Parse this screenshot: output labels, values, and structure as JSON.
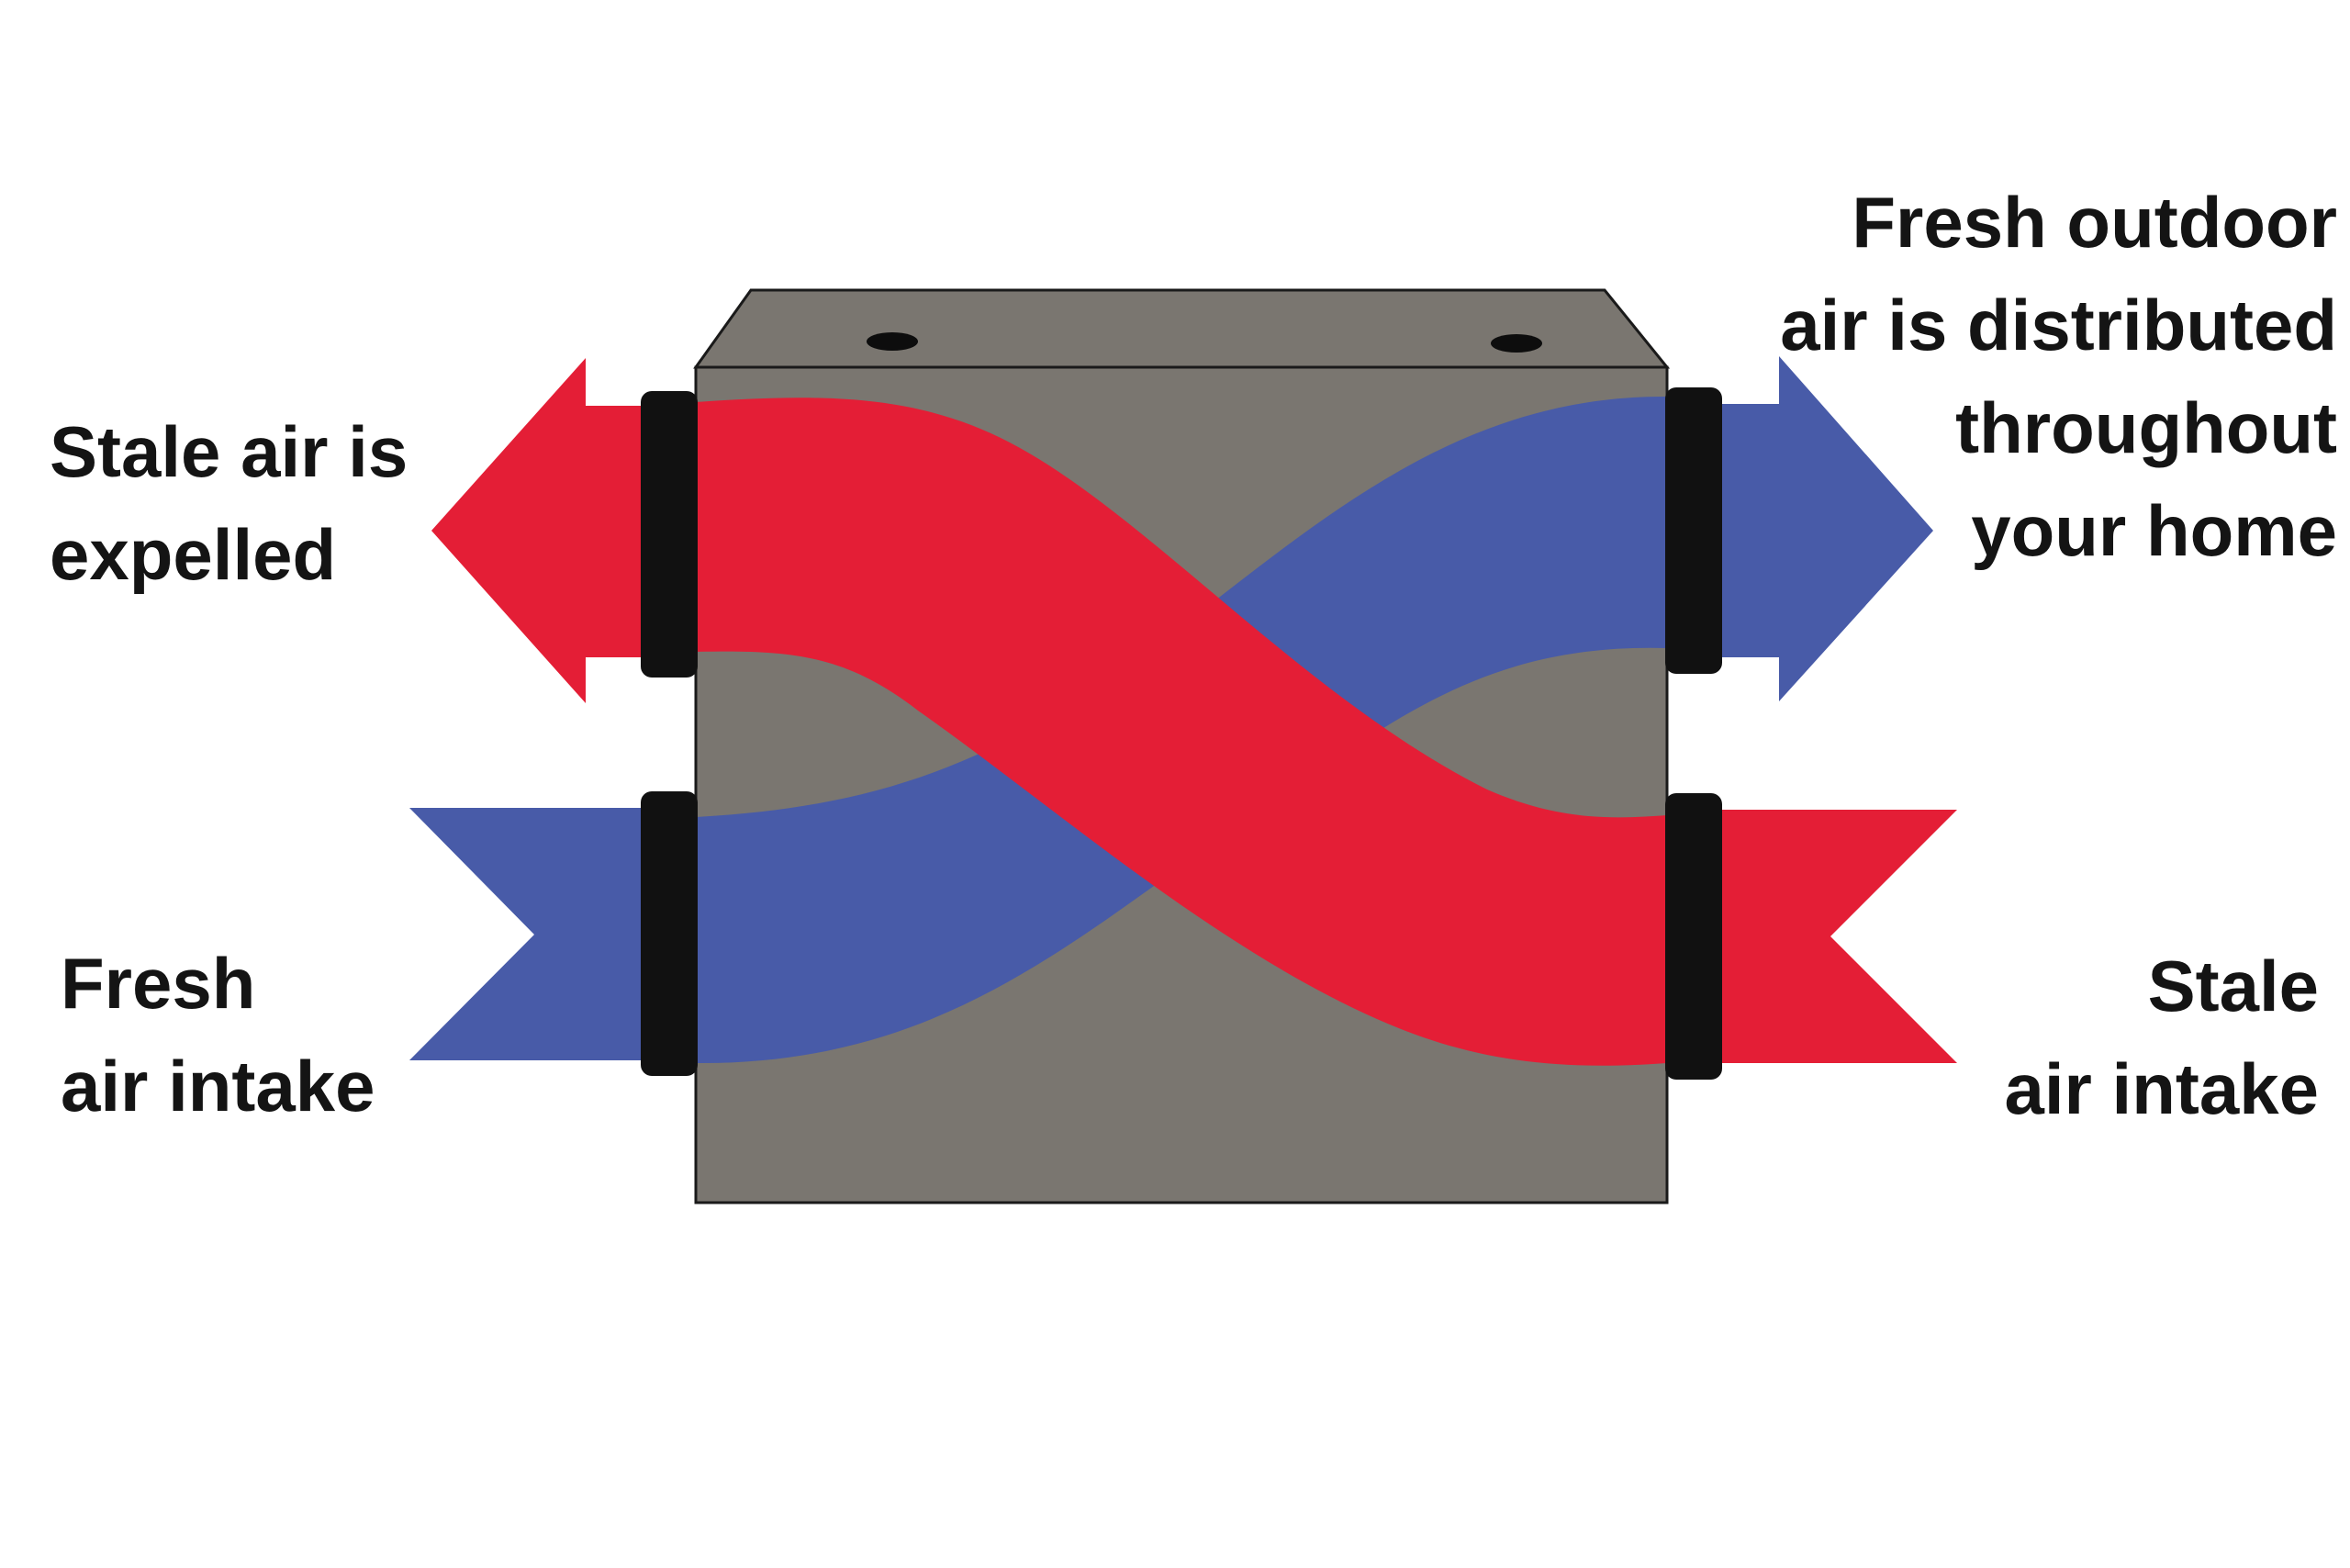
{
  "labels": {
    "stale_expelled": {
      "line1": "Stale air is",
      "line2": "expelled"
    },
    "fresh_intake": {
      "line1": "Fresh",
      "line2": "air intake"
    },
    "fresh_distributed": {
      "line1": "Fresh outdoor",
      "line2": "air is distributed",
      "line3": "throughout",
      "line4": "your home"
    },
    "stale_intake": {
      "line1": "Stale",
      "line2": "air intake"
    }
  },
  "colors": {
    "stale_air": "#E41E36",
    "fresh_air": "#485BA8",
    "unit_body": "#7A7670",
    "port_collar": "#111111",
    "text": "#141414"
  }
}
